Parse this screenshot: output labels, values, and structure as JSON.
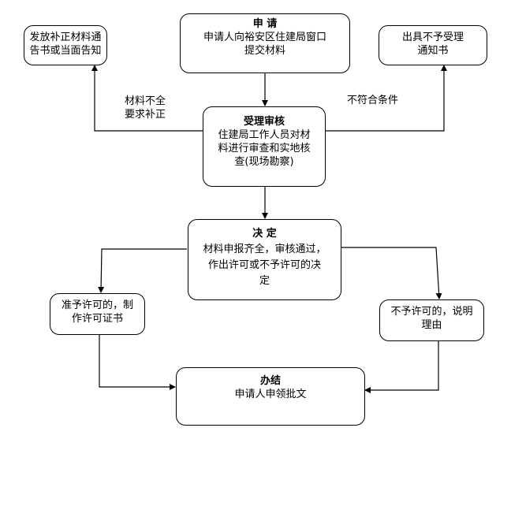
{
  "nodes": {
    "apply": {
      "title": "申  请",
      "lines": [
        "申请人向裕安区住建局窗口",
        "提交材料"
      ]
    },
    "supplement": {
      "lines": [
        "发放补正材料通",
        "告书或当面告知"
      ]
    },
    "reject_notice": {
      "lines": [
        "出具不予受理",
        "通知书"
      ]
    },
    "review": {
      "title": "受理审核",
      "lines": [
        "住建局工作人员对材",
        "料进行审查和实地核",
        "查(现场勘察)"
      ]
    },
    "decide": {
      "title": "决  定",
      "lines": [
        "材料申报齐全，审核通过，",
        "作出许可或不予许可的决",
        "定"
      ]
    },
    "approve": {
      "lines": [
        "准予许可的，制",
        "作许可证书"
      ]
    },
    "deny": {
      "lines": [
        "不予许可的，说明",
        "理由"
      ]
    },
    "finish": {
      "title": "办结",
      "lines": [
        "申请人申领批文"
      ]
    }
  },
  "edge_labels": {
    "incomplete": [
      "材料不全",
      "要求补正"
    ],
    "not_qualified": "不符合条件"
  }
}
